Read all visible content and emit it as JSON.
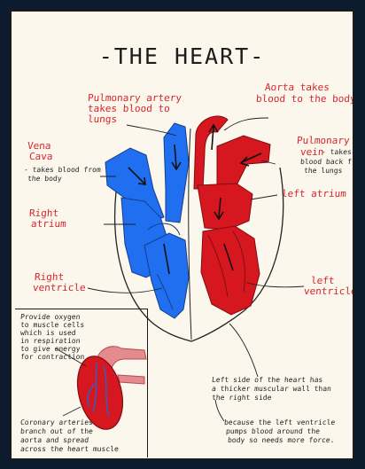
{
  "title": "-THE HEART-",
  "labels": {
    "pulmonary_artery_title": "Pulmonary artery",
    "pulmonary_artery_desc": [
      "takes blood to",
      "lungs"
    ],
    "aorta_title": "Aorta takes",
    "aorta_desc": "blood to the body",
    "vena_cava_title": [
      "Vena",
      "Cava"
    ],
    "vena_cava_desc": [
      "- takes blood from",
      "the body"
    ],
    "pulmonary_vein_title": [
      "Pulmonary",
      "vein"
    ],
    "pulmonary_vein_desc": [
      "- takes",
      "blood back from",
      "the lungs"
    ],
    "left_atrium": "left atrium",
    "right_atrium": [
      "Right",
      "atrium"
    ],
    "right_ventricle": [
      "Right",
      "ventricle"
    ],
    "left_ventricle": [
      "left",
      "ventricle"
    ]
  },
  "inset_note": [
    "Provide oxygen",
    "to muscle cells",
    "which is used",
    "in respiration",
    "to give energy",
    "for contraction"
  ],
  "coronary_note": [
    "Coronary arteries",
    "branch out of the",
    "aorta and spread",
    "across the heart muscle"
  ],
  "wall_note": [
    "Left side of the heart has",
    "a thicker muscular wall than",
    "the right side"
  ],
  "wall_reason": [
    "because the left ventricle",
    "pumps blood around the",
    "body so needs more force."
  ],
  "colors": {
    "oxygenated": "#d6171f",
    "deoxygenated": "#1f6ff0",
    "label_red": "#d8242c",
    "paper": "#fbf7ec"
  }
}
